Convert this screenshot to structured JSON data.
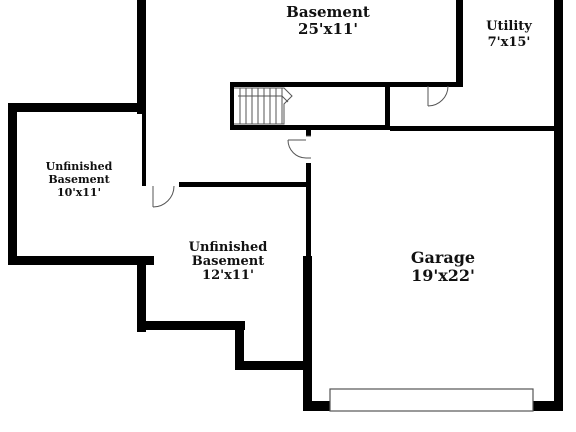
{
  "rooms": {
    "basement": {
      "name": "Basement",
      "size": "25'x11'"
    },
    "utility": {
      "name": "Utility",
      "size": "7'x15'"
    },
    "unfinished_basement_left": {
      "name": "Unfinished",
      "name2": "Basement",
      "size": "10'x11'"
    },
    "unfinished_basement_center": {
      "name": "Unfinished",
      "name2": "Basement",
      "size": "12'x11'"
    },
    "garage": {
      "name": "Garage",
      "size": "19'x22'"
    }
  },
  "colors": {
    "wall": "#000000",
    "background": "#ffffff",
    "thin_line": "#555555"
  }
}
